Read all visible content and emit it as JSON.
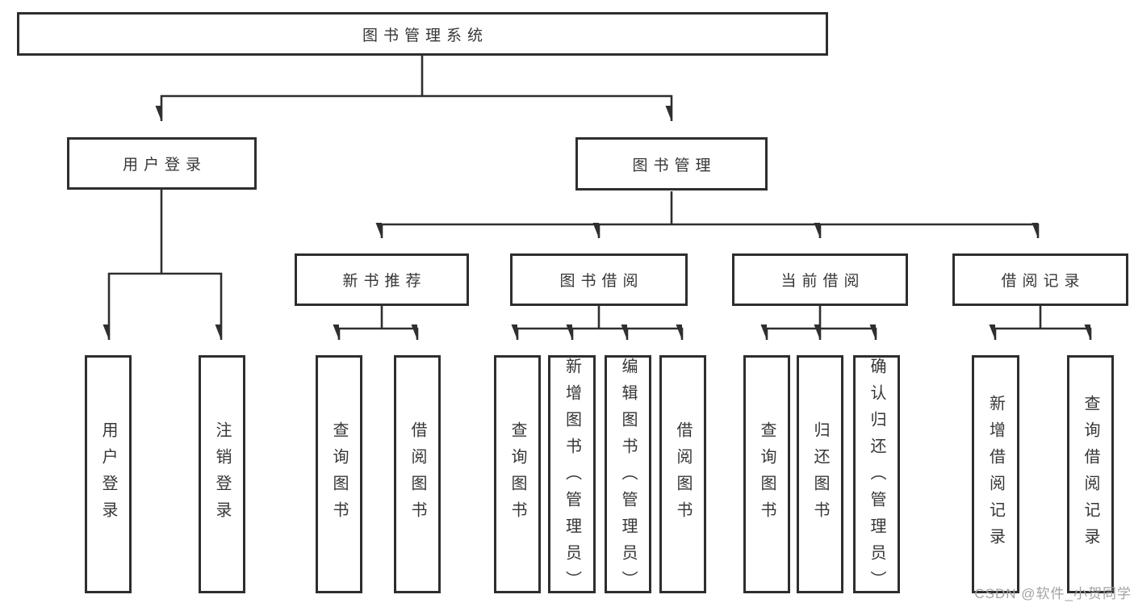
{
  "diagram": {
    "root": {
      "label": "图书管理系统"
    },
    "branches": [
      {
        "label": "用户登录",
        "children": [
          {
            "label": "用户登录"
          },
          {
            "label": "注销登录"
          }
        ]
      },
      {
        "label": "图书管理",
        "groups": [
          {
            "label": "新书推荐",
            "children": [
              {
                "label": "查询图书"
              },
              {
                "label": "借阅图书"
              }
            ]
          },
          {
            "label": "图书借阅",
            "children": [
              {
                "label": "查询图书"
              },
              {
                "label": "新增图书（管理员）"
              },
              {
                "label": "编辑图书（管理员）"
              },
              {
                "label": "借阅图书"
              }
            ]
          },
          {
            "label": "当前借阅",
            "children": [
              {
                "label": "查询图书"
              },
              {
                "label": "归还图书"
              },
              {
                "label": "确认归还（管理员）"
              }
            ]
          },
          {
            "label": "借阅记录",
            "children": [
              {
                "label": "新增借阅记录"
              },
              {
                "label": "查询借阅记录"
              }
            ]
          }
        ]
      }
    ]
  },
  "watermark": {
    "text": "CSDN @软件_小贺同学"
  },
  "colors": {
    "line": "#2f2f2f",
    "box_border": "#2e2e2e",
    "text": "#363636",
    "watermark": "#a3a3a3",
    "background": "#ffffff"
  }
}
